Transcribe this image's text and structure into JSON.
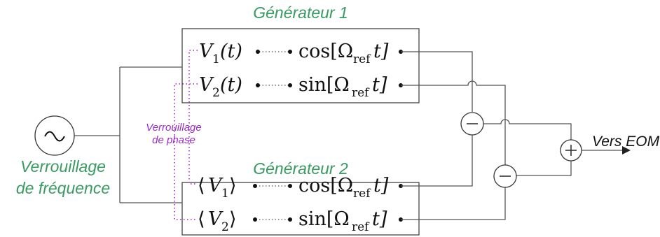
{
  "generator1": {
    "title": "Générateur 1"
  },
  "generator2": {
    "title": "Générateur 2"
  },
  "source": {
    "label_line1": "Verrouillage",
    "label_line2": "de fréquence"
  },
  "phase_lock": {
    "label_line1": "Verrouillage",
    "label_line2": "de phase"
  },
  "output": {
    "label": "Vers EOM"
  },
  "signals": {
    "v1t": {
      "main": "V",
      "sub": "1",
      "tail": "(t)"
    },
    "v2t": {
      "main": "V",
      "sub": "2",
      "tail": "(t)"
    },
    "v1avg": {
      "open": "⟨",
      "main": "V",
      "sub": "1",
      "close": "⟩"
    },
    "v2avg": {
      "open": "⟨",
      "main": "V",
      "sub": "2",
      "close": "⟩"
    },
    "cos": {
      "pre": "cos[Ω",
      "sub": "ref",
      "post": "t]"
    },
    "sin": {
      "pre": "sin[Ω",
      "sub": "ref",
      "post": "t]"
    }
  },
  "operators": {
    "minus": "−",
    "plus": "+"
  },
  "colors": {
    "green_label": "#3a9a62",
    "purple_label": "#9a2bc4"
  }
}
